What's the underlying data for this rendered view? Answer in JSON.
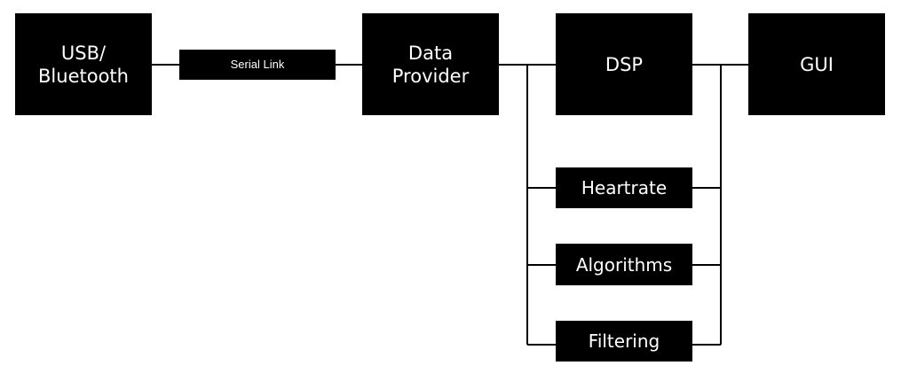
{
  "blocks": {
    "usb": "USB/\nBluetooth",
    "serial_link": "Serial Link",
    "data_provider": "Data\nProvider",
    "dsp": "DSP",
    "gui": "GUI",
    "heartrate": "Heartrate",
    "algorithms": "Algorithms",
    "filtering": "Filtering"
  },
  "colors": {
    "block_fill": "#000000",
    "block_text": "#ffffff",
    "connector": "#000000",
    "background": "#ffffff"
  }
}
